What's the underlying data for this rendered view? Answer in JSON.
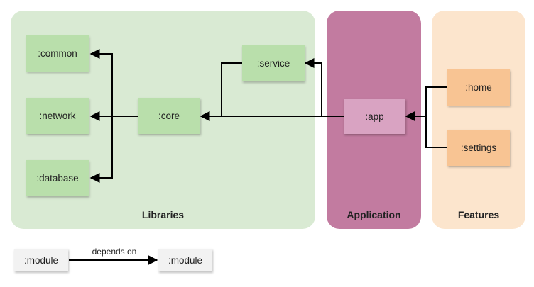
{
  "groups": {
    "libraries": {
      "label": "Libraries",
      "color": "#d9ead3"
    },
    "application": {
      "label": "Application",
      "color": "#c27ba0"
    },
    "features": {
      "label": "Features",
      "color": "#fce5cd"
    }
  },
  "nodes": {
    "common": ":common",
    "network": ":network",
    "database": ":database",
    "core": ":core",
    "service": ":service",
    "app": ":app",
    "home": ":home",
    "settings": ":settings"
  },
  "edges": [
    {
      "from": ":app",
      "to": ":core"
    },
    {
      "from": ":app",
      "to": ":service"
    },
    {
      "from": ":service",
      "to": ":core"
    },
    {
      "from": ":core",
      "to": ":common"
    },
    {
      "from": ":core",
      "to": ":network"
    },
    {
      "from": ":core",
      "to": ":database"
    },
    {
      "from": ":home",
      "to": ":app"
    },
    {
      "from": ":settings",
      "to": ":app"
    }
  ],
  "legend": {
    "module_label": ":module",
    "target_label": ":module",
    "edge_label": "depends on"
  }
}
